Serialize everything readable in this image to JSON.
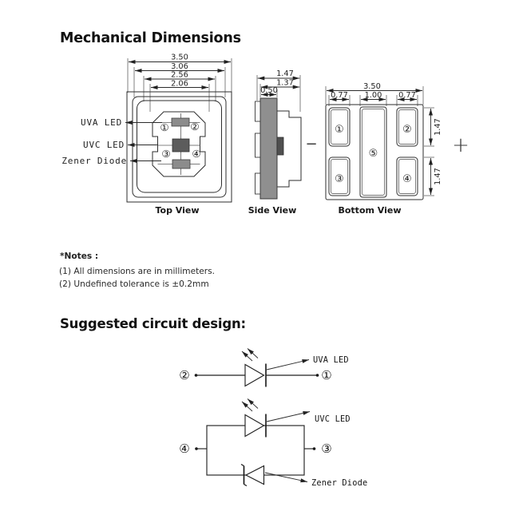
{
  "title": "Mechanical Dimensions",
  "views": {
    "top": {
      "label": "Top View",
      "dims": [
        "3.50",
        "3.06",
        "2.56",
        "2.06"
      ],
      "annotations": [
        "UVA LED",
        "UVC LED",
        "Zener Diode"
      ],
      "pins": [
        "①",
        "②",
        "③",
        "④"
      ]
    },
    "side": {
      "label": "Side View",
      "dims": [
        "1.47",
        "1.37",
        "0.50"
      ]
    },
    "bottom": {
      "label": "Bottom View",
      "width_dim": "3.50",
      "column_dims": [
        "0.77",
        "1.00",
        "0.77"
      ],
      "height_dims": [
        "1.47",
        "1.47"
      ],
      "pads": [
        "①",
        "②",
        "③",
        "④",
        "⑤"
      ]
    }
  },
  "notes": {
    "heading": "*Notes :",
    "items": [
      "(1) All dimensions are in millimeters.",
      "(2) Undefined tolerance is ±0.2mm"
    ]
  },
  "circuits": {
    "heading": "Suggested circuit design:",
    "uva": {
      "anode_pin": "②",
      "cathode_pin": "①",
      "label": "UVA LED"
    },
    "uvc": {
      "anode_pin": "④",
      "cathode_pin": "③",
      "label": "UVC LED",
      "zener_label": "Zener Diode"
    }
  },
  "marks": {
    "minus": "−",
    "plus": "+"
  },
  "colors": {
    "line": "#2e2e2e",
    "die_gray": "#8c8c8c",
    "die_dark": "#5c5c5c",
    "body_gray": "#8f8f8f"
  }
}
